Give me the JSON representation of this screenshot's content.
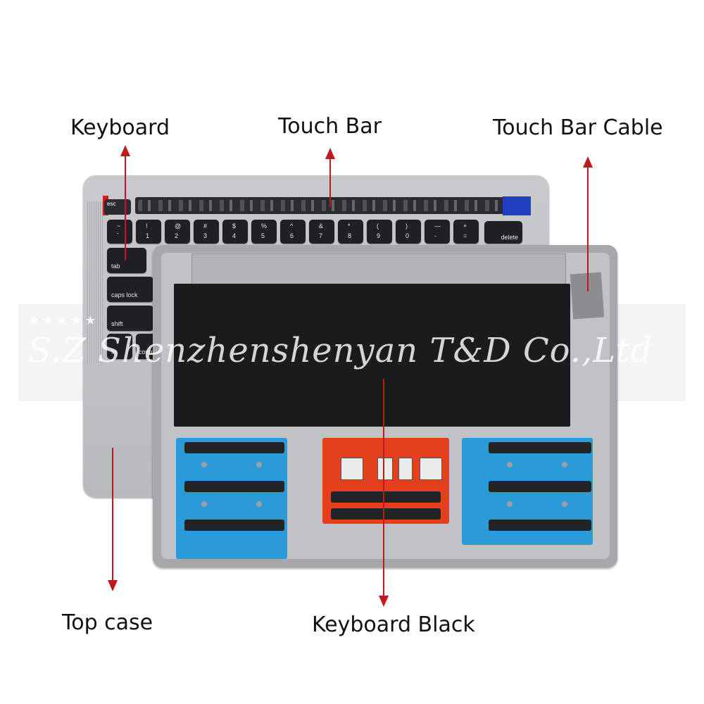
{
  "labels": {
    "keyboard": "Keyboard",
    "touch_bar": "Touch Bar",
    "touch_bar_cable": "Touch Bar Cable",
    "top_case": "Top case",
    "keyboard_black": "Keyboard Black"
  },
  "watermark": {
    "text": "S.Z Shenzhenshenyan T&D Co.,Ltd",
    "stars": "★★★★★"
  },
  "keys": {
    "esc": "esc",
    "tab": "tab",
    "caps": "caps lock",
    "shift": "shift",
    "fn": "fn",
    "control": "control",
    "delete": "delete",
    "row": [
      "~",
      "!",
      "@",
      "#",
      "$",
      "%",
      "^",
      "&",
      "*",
      "(",
      ")",
      "—",
      "+"
    ],
    "row_nums": [
      "`",
      "1",
      "2",
      "3",
      "4",
      "5",
      "6",
      "7",
      "8",
      "9",
      "0",
      "-",
      "="
    ]
  },
  "colors": {
    "arrow": "#c0181c",
    "sticker_blue": "#2b9ad9",
    "sticker_red": "#e43f1d",
    "touch_bar_tape": "#1f3fc0"
  }
}
